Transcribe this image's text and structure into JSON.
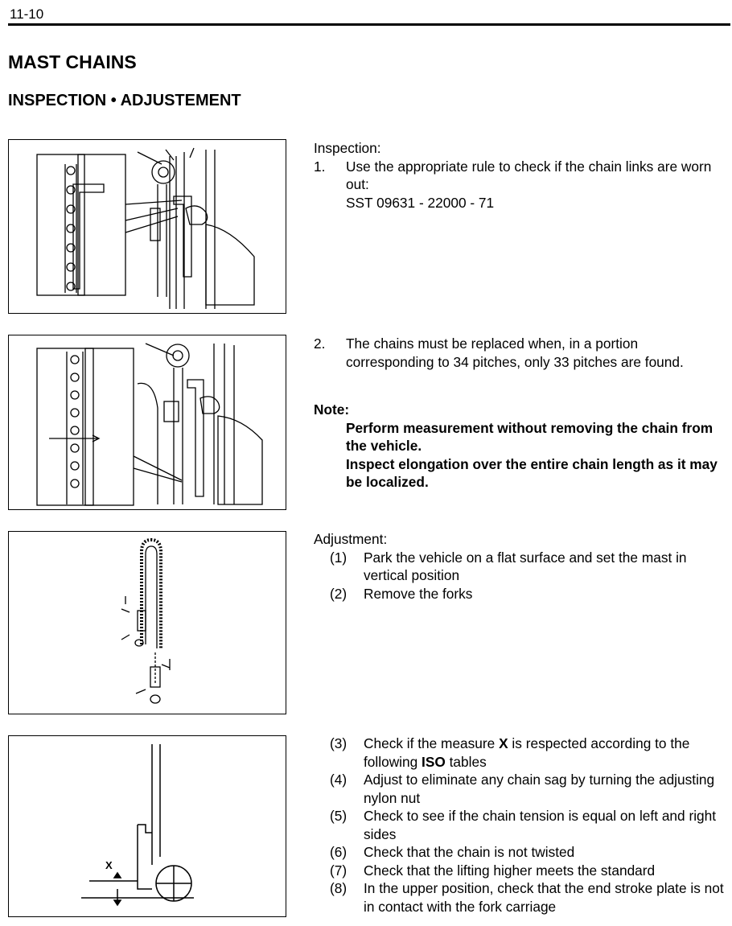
{
  "header": {
    "page_number": "11-10"
  },
  "title": "MAST CHAINS",
  "subtitle": "INSPECTION • ADJUSTEMENT",
  "inspection": {
    "heading": "Inspection:",
    "step1_num": "1.",
    "step1_text": "Use the appropriate rule to check if the chain links are worn out:",
    "step1_sst": "SST 09631 - 22000 - 71",
    "step2_num": "2.",
    "step2_text": "The chains must be replaced when, in a portion corresponding to 34 pitches, only 33 pitches are found."
  },
  "note": {
    "heading": "Note:",
    "line1": "Perform measurement without removing the chain from the vehicle.",
    "line2": "Inspect elongation over the entire chain length as it may be localized."
  },
  "adjustment": {
    "heading": "Adjustment:",
    "steps": [
      {
        "num": "(1)",
        "text": "Park the vehicle on a flat surface and set the mast in vertical position"
      },
      {
        "num": "(2)",
        "text": "Remove the forks"
      }
    ],
    "step3": {
      "num": "(3)",
      "pre": "Check if the measure ",
      "bold1": "X",
      "mid": " is respected according to the following ",
      "bold2": "ISO",
      "post": " tables"
    },
    "more_steps": [
      {
        "num": "(4)",
        "text": "Adjust to eliminate any chain sag by turning the adjusting nylon nut"
      },
      {
        "num": "(5)",
        "text": "Check to see if the chain tension is equal on left and right sides"
      },
      {
        "num": "(6)",
        "text": "Check that the chain is not twisted"
      },
      {
        "num": "(7)",
        "text": "Check that the lifting higher meets the standard"
      },
      {
        "num": "(8)",
        "text": "In the upper position, check that the end stroke plate is not in contact with the fork carriage"
      }
    ]
  },
  "figure4": {
    "label_x": "X"
  }
}
